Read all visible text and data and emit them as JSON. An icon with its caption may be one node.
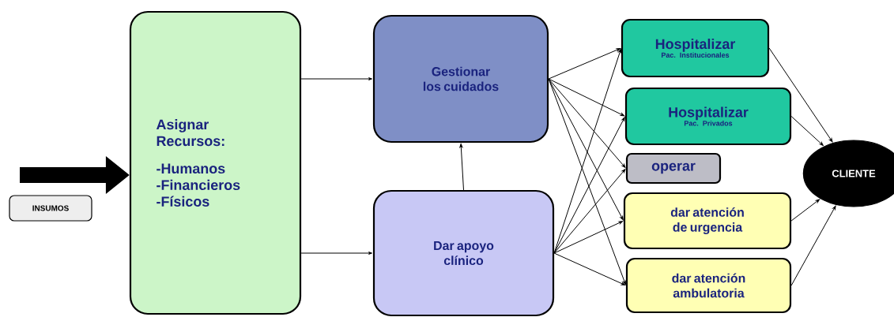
{
  "diagram": {
    "nodes": [
      {
        "text": [
          "INSUMOS"
        ]
      },
      {
        "text": [
          "Asignar Recursos:",
          "-Humanos -Financieros -Físicos"
        ]
      },
      {
        "text": [
          "Gestionar los cuidados"
        ]
      },
      {
        "text": [
          "Dar apoyo clínico"
        ]
      },
      {
        "text": [
          "Hospitalizar",
          "Pac. Institucionales"
        ]
      },
      {
        "text": [
          "Hospitalizar",
          "Pac. Privados"
        ]
      },
      {
        "text": [
          "operar"
        ]
      },
      {
        "text": [
          "dar atención de urgencia"
        ]
      },
      {
        "text": [
          "dar atención ambulatoria"
        ]
      },
      {
        "text": [
          "CLIENTE"
        ]
      }
    ],
    "edges": [
      {
        "from": null,
        "to": 1,
        "arrow": "to",
        "style": "thick"
      },
      {
        "from": 1,
        "to": 2,
        "arrow": "to"
      },
      {
        "from": 1,
        "to": 3,
        "arrow": "to"
      },
      {
        "from": 3,
        "to": 2,
        "arrow": "to"
      },
      {
        "from": 2,
        "to": 4,
        "arrow": "to"
      },
      {
        "from": 2,
        "to": 5,
        "arrow": "to"
      },
      {
        "from": 2,
        "to": 6,
        "arrow": "to"
      },
      {
        "from": 2,
        "to": 7,
        "arrow": "to"
      },
      {
        "from": 2,
        "to": 8,
        "arrow": "to"
      },
      {
        "from": 3,
        "to": 4,
        "arrow": "to"
      },
      {
        "from": 3,
        "to": 5,
        "arrow": "to"
      },
      {
        "from": 3,
        "to": 6,
        "arrow": "to"
      },
      {
        "from": 3,
        "to": 7,
        "arrow": "to"
      },
      {
        "from": 3,
        "to": 8,
        "arrow": "to"
      },
      {
        "from": 4,
        "to": 9,
        "arrow": "to"
      },
      {
        "from": 5,
        "to": 9,
        "arrow": "to"
      },
      {
        "from": 7,
        "to": 9,
        "arrow": "to"
      },
      {
        "from": 8,
        "to": 9,
        "arrow": "to"
      }
    ]
  }
}
